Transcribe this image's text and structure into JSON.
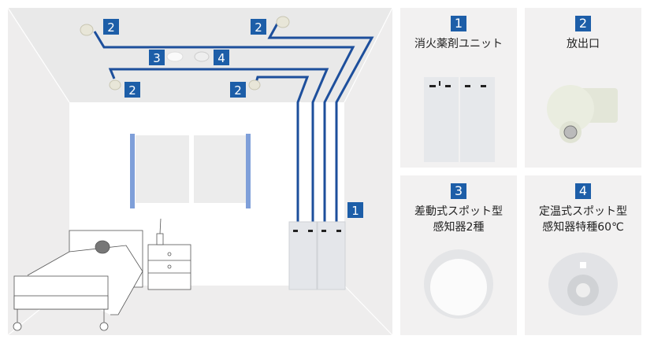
{
  "diagram_labels": {
    "unit": "1",
    "nozzle": "2",
    "diff_detector": "3",
    "fixed_detector": "4"
  },
  "cards": [
    {
      "number": "1",
      "title_lines": [
        "消火薬剤ユニット"
      ]
    },
    {
      "number": "2",
      "title_lines": [
        "放出口"
      ]
    },
    {
      "number": "3",
      "title_lines": [
        "差動式スポット型",
        "感知器2種"
      ]
    },
    {
      "number": "4",
      "title_lines": [
        "定温式スポット型",
        "感知器特種60℃"
      ]
    }
  ],
  "colors": {
    "pipe": "#1d4f9c",
    "label": "#1d5ea8",
    "panel": "#f2f1f1"
  }
}
